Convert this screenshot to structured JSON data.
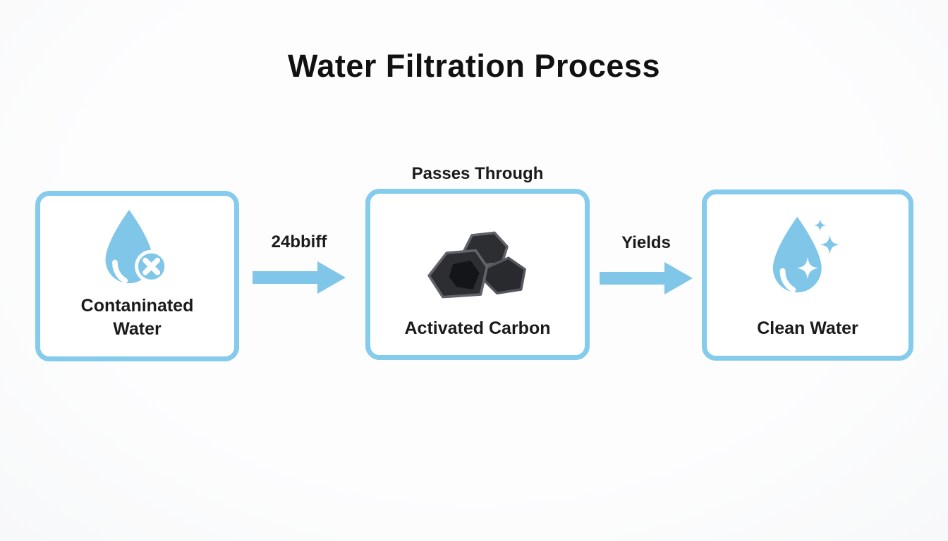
{
  "title": "Water Filtration Process",
  "diagram": {
    "nodes": [
      {
        "id": "contaminated-water",
        "label": "Contaninated Water",
        "icon": "contaminated-water-drop-icon"
      },
      {
        "id": "activated-carbon",
        "label": "Activated Carbon",
        "top_label": "Passes Through",
        "icon": "activated-carbon-charcoal-icon"
      },
      {
        "id": "clean-water",
        "label": "Clean Water",
        "icon": "clean-water-drop-icon"
      }
    ],
    "connectors": [
      {
        "from": "contaminated-water",
        "to": "activated-carbon",
        "label": "24bbiff"
      },
      {
        "from": "activated-carbon",
        "to": "clean-water",
        "label": "Yields"
      }
    ]
  },
  "colors": {
    "accent_blue": "#7fc6e8",
    "box_border_blue": "#85cbec",
    "text": "#1b1b1b",
    "charcoal_dark": "#2d2e32",
    "charcoal_edge": "#5e5f66",
    "background": "#fafbfc"
  }
}
